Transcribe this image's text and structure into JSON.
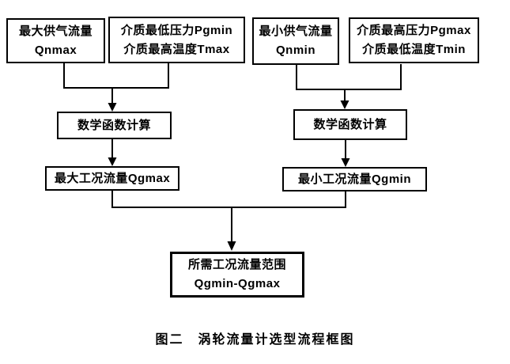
{
  "figure": {
    "caption": "图二　涡轮流量计选型流程框图"
  },
  "flowchart": {
    "boxes": {
      "qnmax": {
        "line1": "最大供气流量",
        "line2": "Qnmax"
      },
      "pgmin_tmax": {
        "line1": "介质最低压力Pgmin",
        "line2": "介质最高温度Tmax"
      },
      "qnmin": {
        "line1": "最小供气流量",
        "line2": "Qnmin"
      },
      "pgmax_tmin": {
        "line1": "介质最高压力Pgmax",
        "line2": "介质最低温度Tmin"
      },
      "math_left": {
        "label": "数学函数计算"
      },
      "math_right": {
        "label": "数学函数计算"
      },
      "qgmax": {
        "label": "最大工况流量Qgmax"
      },
      "qgmin": {
        "label": "最小工况流量Qgmin"
      },
      "result": {
        "line1": "所需工况流量范围",
        "line2": "Qgmin-Qgmax"
      }
    },
    "edges": [
      "qnmax+pgmin_tmax -> math_left",
      "math_left -> qgmax",
      "qnmin+pgmax_tmin -> math_right",
      "math_right -> qgmin",
      "qgmax+qgmin -> result"
    ],
    "colors": {
      "line": "#000000",
      "text": "#000000",
      "box_border": "#000000",
      "background": "#ffffff"
    }
  }
}
